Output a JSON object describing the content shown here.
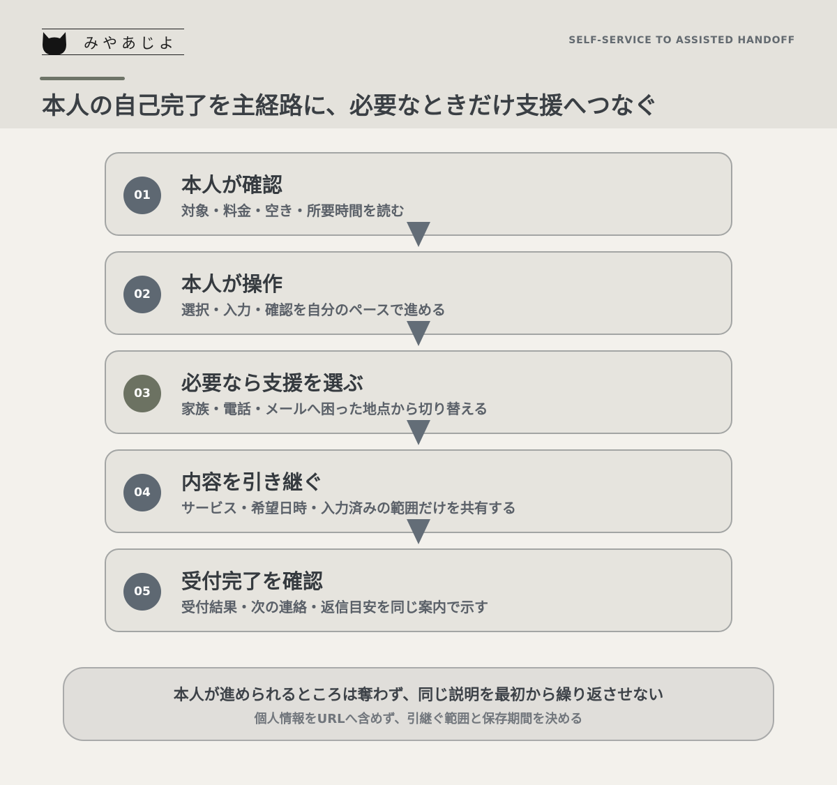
{
  "brand": {
    "name": "みやあじよ",
    "logo_icon": "cat-icon"
  },
  "header": {
    "tagline": "SELF-SERVICE TO ASSISTED HANDOFF",
    "title": "本人の自己完了を主経路に、必要なときだけ支援へつなぐ"
  },
  "steps": [
    {
      "number": "01",
      "title": "本人が確認",
      "description": "対象・料金・空き・所要時間を読む"
    },
    {
      "number": "02",
      "title": "本人が操作",
      "description": "選択・入力・確認を自分のペースで進める"
    },
    {
      "number": "03",
      "title": "必要なら支援を選ぶ",
      "description": "家族・電話・メールへ困った地点から切り替える",
      "highlight": true
    },
    {
      "number": "04",
      "title": "内容を引き継ぐ",
      "description": "サービス・希望日時・入力済みの範囲だけを共有する"
    },
    {
      "number": "05",
      "title": "受付完了を確認",
      "description": "受付結果・次の連絡・返信目安を同じ案内で示す"
    }
  ],
  "note": {
    "main": "本人が進められるところは奪わず、同じ説明を最初から繰り返させない",
    "sub": "個人情報をURLへ含めず、引継ぐ範囲と保存期間を決める"
  },
  "colors": {
    "header_bg": "#e4e2dc",
    "page_bg": "#f3f1ec",
    "step_number": "#5e6872",
    "step_number_highlight": "#6c7262",
    "arrow": "#636d77"
  }
}
